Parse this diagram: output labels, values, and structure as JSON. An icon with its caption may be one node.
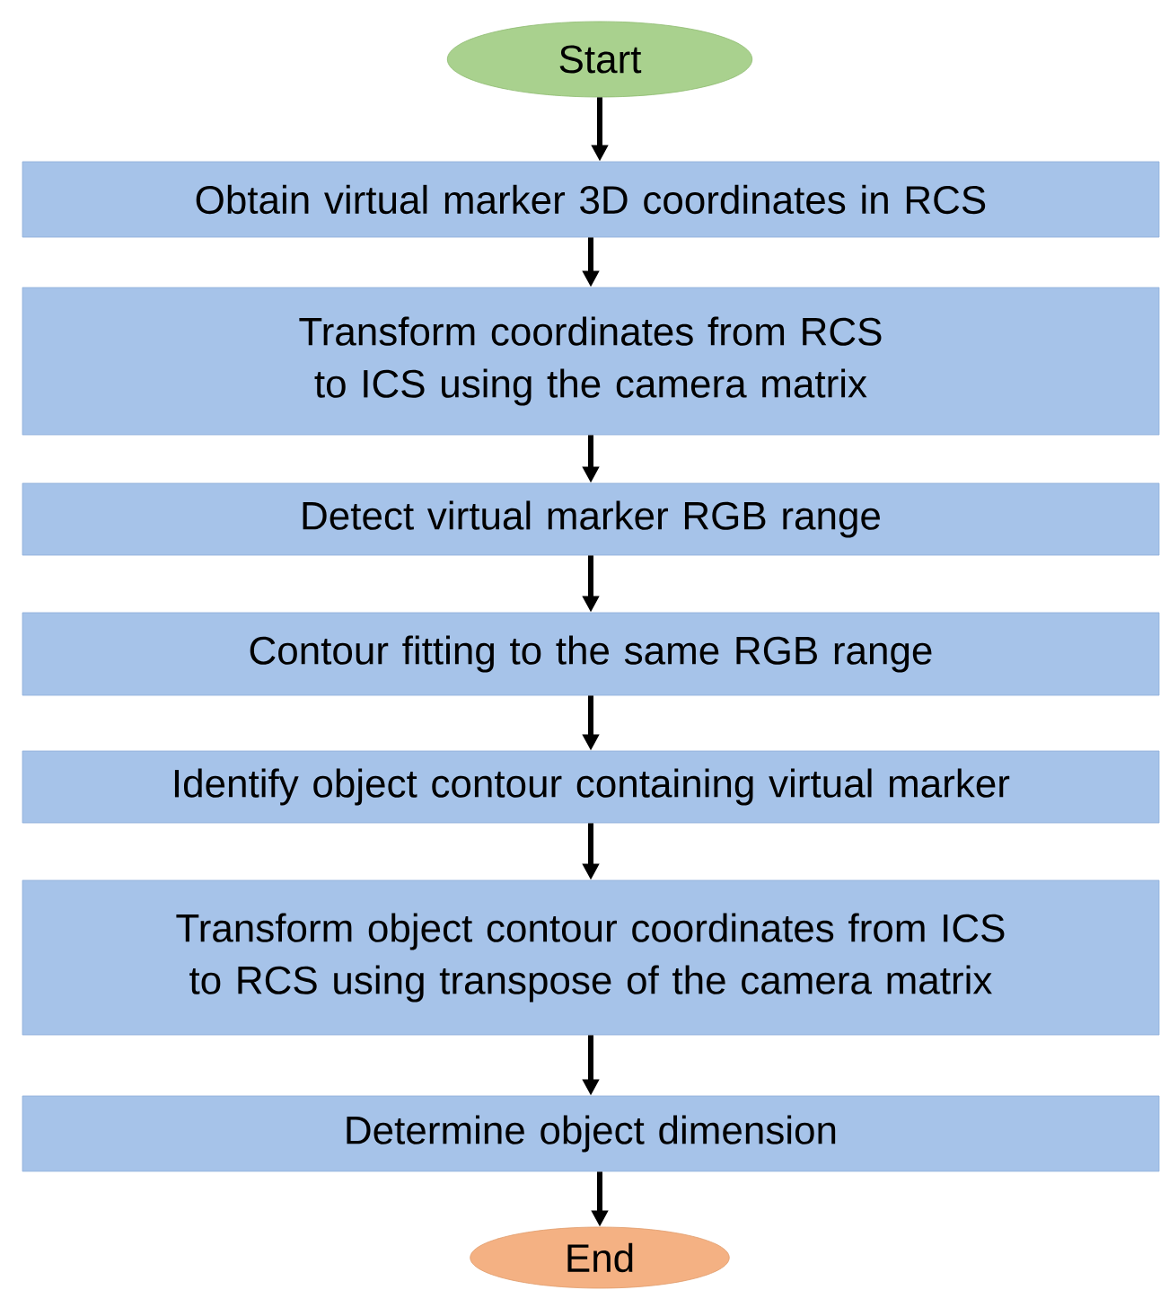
{
  "diagram": {
    "nodes": [
      {
        "text": [
          "Start"
        ]
      },
      {
        "text": [
          "Obtain virtual marker 3D coordinates in RCS"
        ]
      },
      {
        "text": [
          "Transform coordinates from RCS to ICS using the camera matrix"
        ]
      },
      {
        "text": [
          "Detect virtual marker RGB range"
        ]
      },
      {
        "text": [
          "Contour fitting to the same RGB range"
        ]
      },
      {
        "text": [
          "Identify object contour containing virtual marker"
        ]
      },
      {
        "text": [
          "Transform object contour coordinates from ICS to RCS using transpose of the camera matrix"
        ]
      },
      {
        "text": [
          "Determine object dimension"
        ]
      },
      {
        "text": [
          "End"
        ]
      }
    ],
    "edges": [
      {
        "from": 0,
        "to": 1,
        "arrow": "to"
      },
      {
        "from": 1,
        "to": 2,
        "arrow": "to"
      },
      {
        "from": 2,
        "to": 3,
        "arrow": "to"
      },
      {
        "from": 3,
        "to": 4,
        "arrow": "to"
      },
      {
        "from": 4,
        "to": 5,
        "arrow": "to"
      },
      {
        "from": 5,
        "to": 6,
        "arrow": "to"
      },
      {
        "from": 6,
        "to": 7,
        "arrow": "to"
      },
      {
        "from": 7,
        "to": 8,
        "arrow": "to"
      }
    ]
  }
}
